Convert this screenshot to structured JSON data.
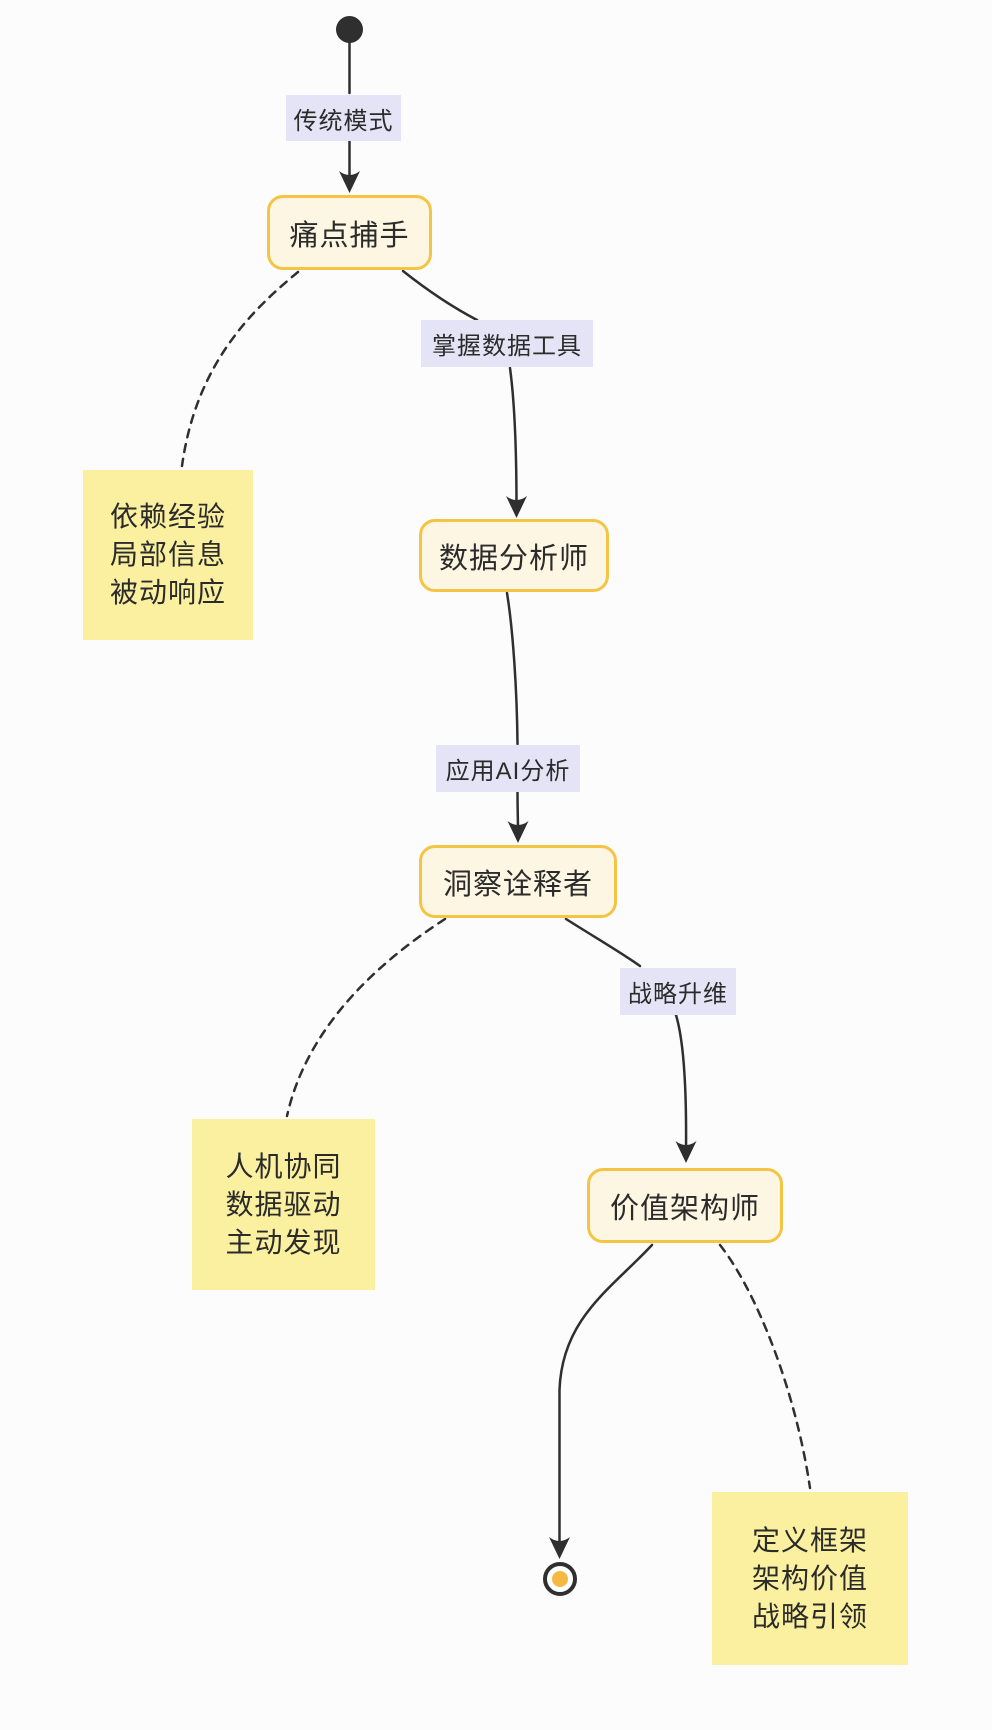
{
  "diagram": {
    "type": "state-diagram",
    "colors": {
      "background": "#FCFCFC",
      "line": "#2F2F2F",
      "text": "#2B2B2B",
      "state_fill": "#FDF6E2",
      "state_border": "#F4C444",
      "edge_label_bg": "#E4E4F6",
      "note_bg": "#FAF0A0",
      "end_dot": "#F5B840"
    },
    "states": [
      {
        "id": "pain-catcher",
        "label": "痛点捕手"
      },
      {
        "id": "data-analyst",
        "label": "数据分析师"
      },
      {
        "id": "insight-interpreter",
        "label": "洞察诠释者"
      },
      {
        "id": "value-architect",
        "label": "价值架构师"
      }
    ],
    "edges": [
      {
        "from": "start",
        "to": "痛点捕手",
        "label": "传统模式"
      },
      {
        "from": "痛点捕手",
        "to": "数据分析师",
        "label": "掌握数据工具"
      },
      {
        "from": "数据分析师",
        "to": "洞察诠释者",
        "label": "应用AI分析"
      },
      {
        "from": "洞察诠释者",
        "to": "价值架构师",
        "label": "战略升维"
      },
      {
        "from": "价值架构师",
        "to": "end",
        "label": ""
      }
    ],
    "notes": [
      {
        "attached_to": "痛点捕手",
        "lines": [
          "依赖经验",
          "局部信息",
          "被动响应"
        ]
      },
      {
        "attached_to": "洞察诠释者",
        "lines": [
          "人机协同",
          "数据驱动",
          "主动发现"
        ]
      },
      {
        "attached_to": "价值架构师",
        "lines": [
          "定义框架",
          "架构价值",
          "战略引领"
        ]
      }
    ]
  }
}
